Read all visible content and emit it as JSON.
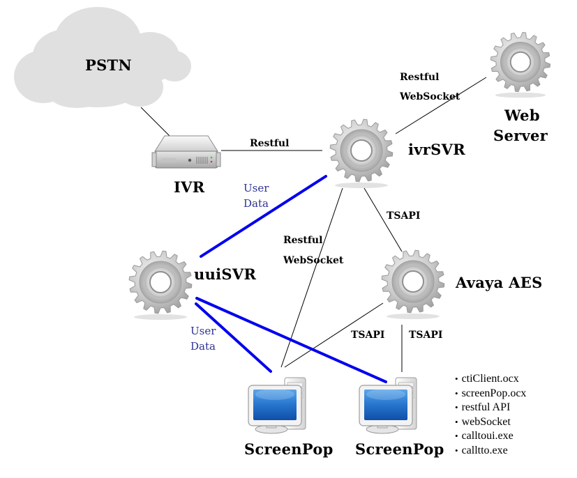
{
  "nodes": {
    "pstn": {
      "label": "PSTN",
      "icon": "cloud-icon"
    },
    "ivr": {
      "label": "IVR",
      "icon": "server-icon"
    },
    "ivrsvr": {
      "label": "ivrSVR",
      "icon": "gear-icon"
    },
    "webserver": {
      "label_line1": "Web",
      "label_line2": "Server",
      "icon": "gear-icon"
    },
    "uuisvr": {
      "label": "uuiSVR",
      "icon": "gear-icon"
    },
    "avaya_aes": {
      "label": "Avaya AES",
      "icon": "gear-icon"
    },
    "screenpop1": {
      "label": "ScreenPop",
      "icon": "desktop-computer-icon"
    },
    "screenpop2": {
      "label": "ScreenPop",
      "icon": "desktop-computer-icon"
    }
  },
  "edges": {
    "ivr_ivrsvr": {
      "label": "Restful"
    },
    "ivrsvr_webserver": {
      "line1": "Restful",
      "line2": "WebSocket"
    },
    "ivrsvr_screenpop": {
      "line1": "Restful",
      "line2": "WebSocket"
    },
    "ivrsvr_aes": {
      "label": "TSAPI"
    },
    "aes_screenpop1": {
      "label": "TSAPI"
    },
    "aes_screenpop2": {
      "label": "TSAPI"
    },
    "user_data_top": {
      "line1": "User",
      "line2": "Data"
    },
    "user_data_bottom": {
      "line1": "User",
      "line2": "Data"
    }
  },
  "colors": {
    "user_data_line": "#0000ee",
    "user_data_text": "#2e3192",
    "cloud_fill": "#e0e0e0",
    "line": "#000000"
  },
  "components": [
    "ctiClient.ocx",
    "screenPop.ocx",
    "restful API",
    "webSocket",
    "calltoui.exe",
    "calltto.exe"
  ]
}
